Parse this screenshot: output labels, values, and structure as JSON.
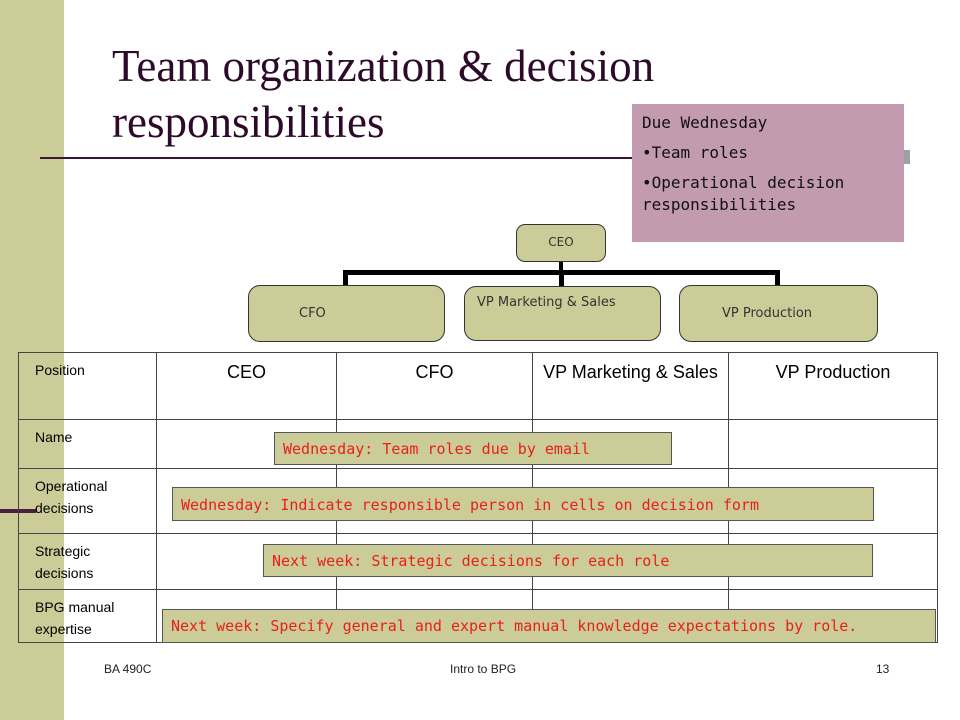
{
  "slide": {
    "title": "Team organization & decision responsibilities",
    "note": {
      "heading": "Due Wednesday",
      "items": [
        "•Team roles",
        "•Operational decision responsibilities"
      ]
    },
    "org_chart": {
      "top": "CEO",
      "children": [
        "CFO",
        "VP Marketing & Sales",
        "VP Production"
      ]
    },
    "table": {
      "headers": [
        "Position",
        "CEO",
        "CFO",
        "VP Marketing & Sales",
        "VP Production"
      ],
      "rows": [
        {
          "label": "Name"
        },
        {
          "label": "Operational decisions"
        },
        {
          "label": "Strategic decisions"
        },
        {
          "label": "BPG manual expertise"
        }
      ]
    },
    "banners": [
      "Wednesday: Team roles due by email",
      "Wednesday: Indicate responsible person in cells on decision form",
      "Next week: Strategic decisions for each role",
      "Next week: Specify general and expert manual knowledge expectations by role."
    ],
    "footer": {
      "left": "BA 490C",
      "center": "Intro to BPG",
      "right": "13"
    },
    "colors": {
      "accent_bar": "#cccc99",
      "title": "#2e0a2a",
      "note_bg": "#c39bb0",
      "banner_text": "#e8201a"
    }
  }
}
